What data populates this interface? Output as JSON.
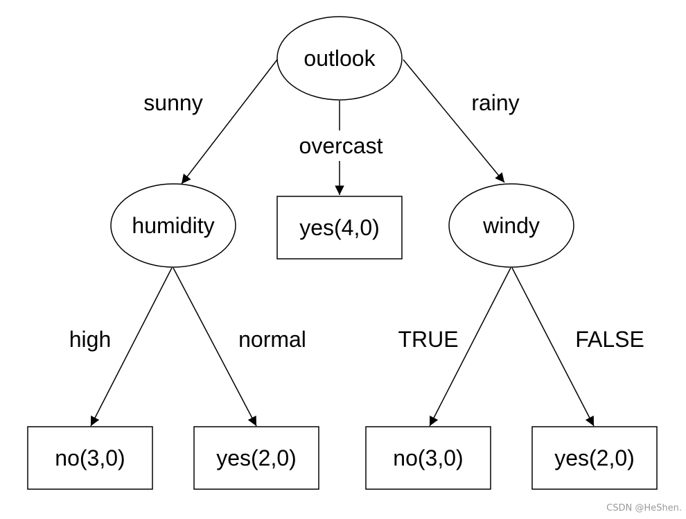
{
  "diagram": {
    "nodes": {
      "outlook": "outlook",
      "humidity": "humidity",
      "windy": "windy",
      "overcast_leaf": "yes(4,0)",
      "high_leaf": "no(3,0)",
      "normal_leaf": "yes(2,0)",
      "true_leaf": "no(3,0)",
      "false_leaf": "yes(2,0)"
    },
    "edges": {
      "sunny": "sunny",
      "overcast": "overcast",
      "rainy": "rainy",
      "high": "high",
      "normal": "normal",
      "true": "TRUE",
      "false": "FALSE"
    }
  },
  "watermark": "CSDN @HeShen.",
  "colors": {
    "stroke": "#000000",
    "background": "#ffffff",
    "watermark": "#9a9a9a"
  }
}
